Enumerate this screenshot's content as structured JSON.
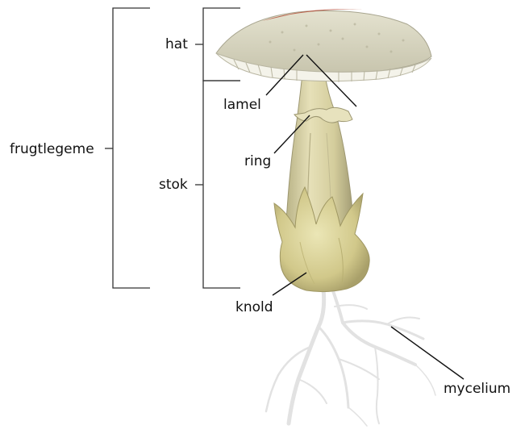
{
  "labels": {
    "fruiting_body": "frugtlegeme",
    "cap": "hat",
    "stem": "stok",
    "gills": "lamel",
    "ring": "ring",
    "volva": "knold",
    "mycelium": "mycelium"
  },
  "colors": {
    "line": "#222222",
    "cap_top": "#d9d7c0",
    "cap_rim": "#c9c6b0",
    "cap_red": "#b0452f",
    "gills": "#f2f1e8",
    "stem": "#d9d3a6",
    "stem_shade": "#a9a47a",
    "volva": "#d6cf93",
    "mycelium": "#e4e4e4"
  }
}
